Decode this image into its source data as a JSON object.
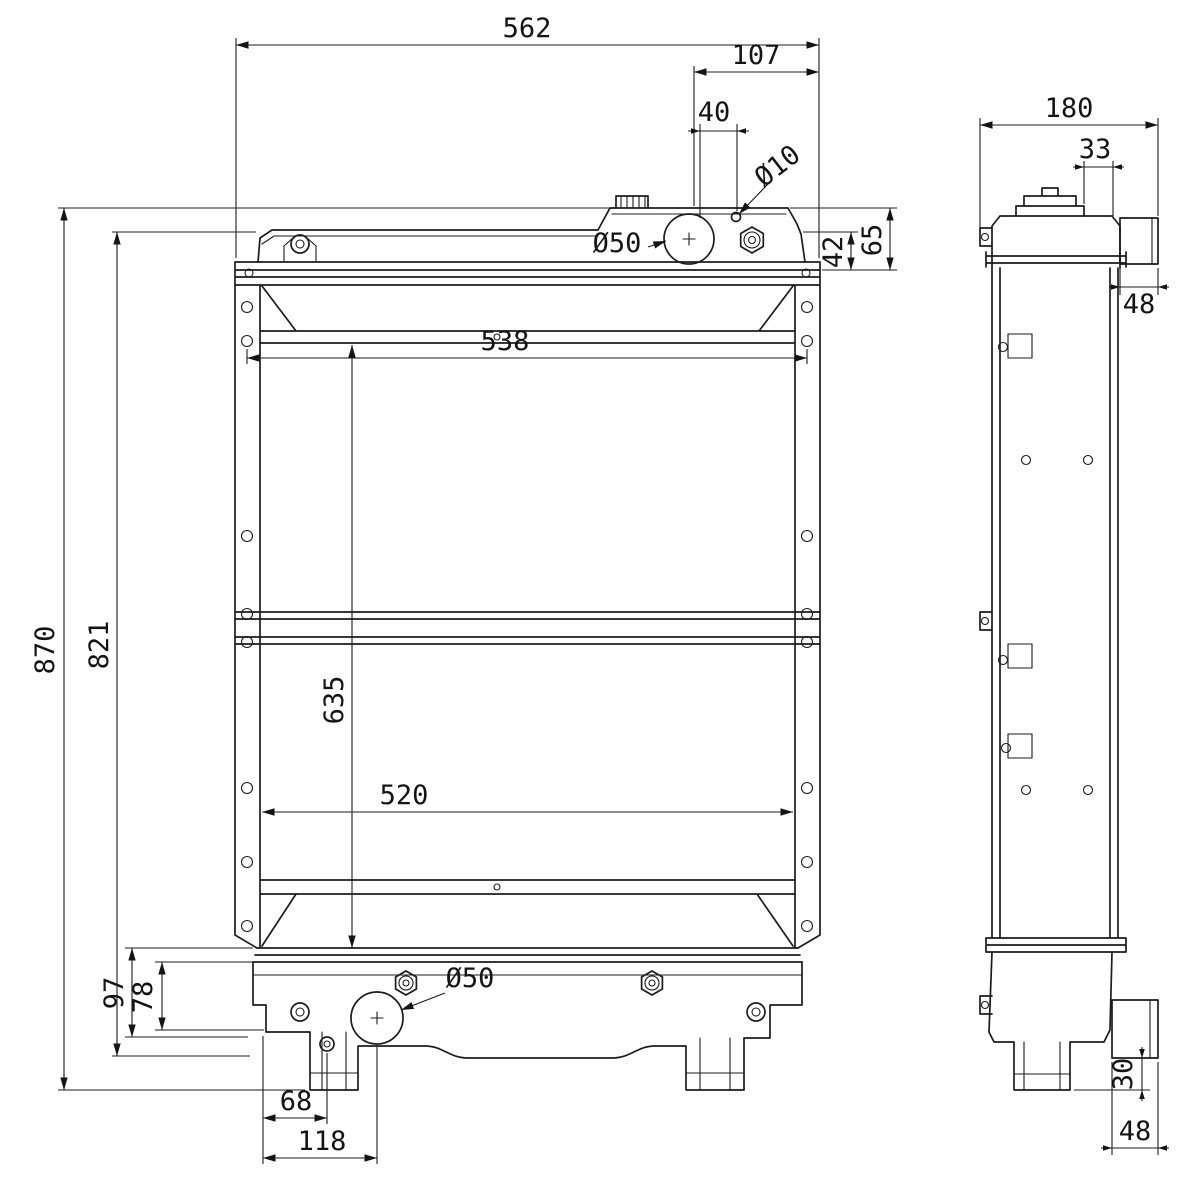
{
  "front": {
    "overall_width": "562",
    "inlet_offset": "107",
    "hole_offset": "40",
    "small_hole_dia": "Ø10",
    "inlet_dia": "Ø50",
    "tank_height": "65",
    "tank_inner_height": "42",
    "mount_hole_span": "538",
    "overall_height": "870",
    "frame_height": "821",
    "core_height": "635",
    "core_width": "520",
    "bottom_tank_height": "97",
    "bottom_tank_inner_height": "78",
    "outlet_dia": "Ø50",
    "drain_offset": "68",
    "outlet_offset": "118"
  },
  "side": {
    "overall_depth": "180",
    "neck_offset": "33",
    "top_bracket_width": "48",
    "foot_height": "30",
    "bottom_bracket_width": "48"
  }
}
